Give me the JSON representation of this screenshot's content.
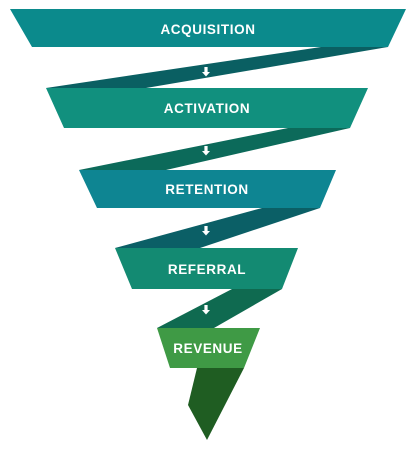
{
  "stages": [
    {
      "label": "ACQUISITION",
      "color": "#0b8a8c"
    },
    {
      "label": "ACTIVATION",
      "color": "#11907e"
    },
    {
      "label": "RETENTION",
      "color": "#0e8592"
    },
    {
      "label": "REFERRAL",
      "color": "#138a72"
    },
    {
      "label": "REVENUE",
      "color": "#3f9a45"
    }
  ],
  "connector_colors": [
    "#0a5f62",
    "#0c6a5a",
    "#0b5f66",
    "#0f6a50",
    "#1f5d22"
  ],
  "arrow_color": "#ffffff",
  "arrow_icon": "down-arrow-icon"
}
